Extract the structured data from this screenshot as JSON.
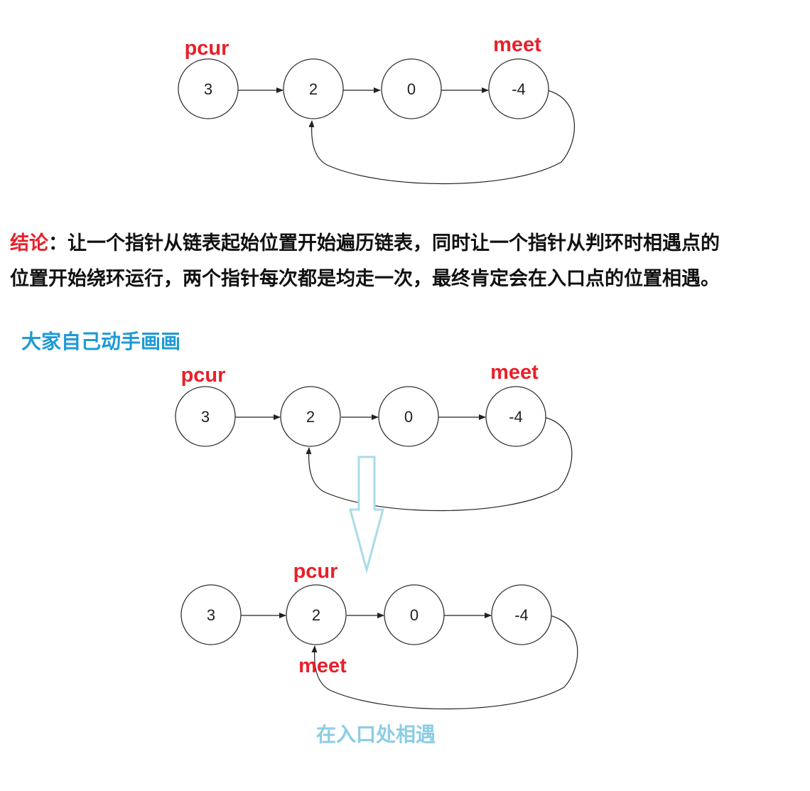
{
  "colors": {
    "accent_red": "#e8202a",
    "hint_blue": "#1e9ad6",
    "caption_blue": "#8ccde4",
    "arrow_blue": "#a9dce9"
  },
  "diagrams": {
    "top": {
      "nodes": [
        "3",
        "2",
        "0",
        "-4"
      ],
      "pcur_label": "pcur",
      "meet_label": "meet"
    },
    "middle": {
      "nodes": [
        "3",
        "2",
        "0",
        "-4"
      ],
      "pcur_label": "pcur",
      "meet_label": "meet"
    },
    "bottom": {
      "nodes": [
        "3",
        "2",
        "0",
        "-4"
      ],
      "pcur_label": "pcur",
      "meet_label": "meet"
    }
  },
  "conclusion": {
    "label": "结论",
    "line1_text": "：让一个指针从链表起始位置开始遍历链表，同时让一个指针从判环时相遇点的",
    "line2_text": "位置开始绕环运行，两个指针每次都是均走一次，最终肯定会在入口点的位置相遇。"
  },
  "hint": "大家自己动手画画",
  "caption": "在入口处相遇",
  "transition_arrow_icon": "down-arrow-icon"
}
